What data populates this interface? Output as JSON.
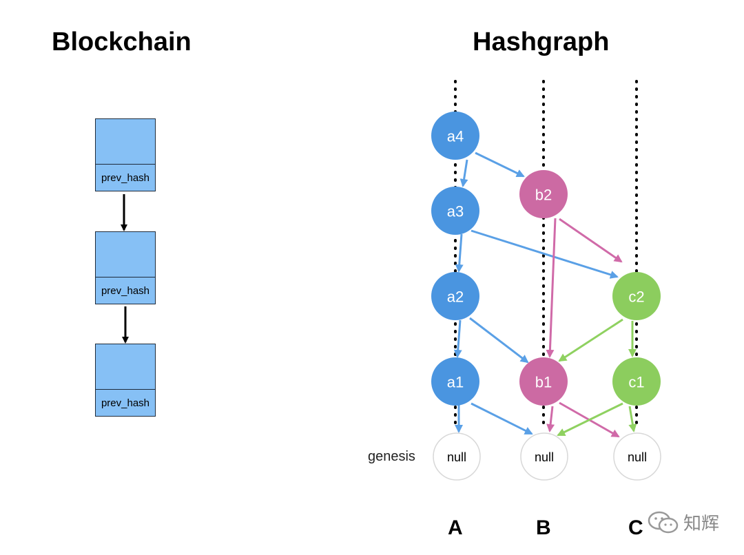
{
  "left": {
    "title": "Blockchain",
    "blocks": [
      {
        "hash_label": "prev_hash"
      },
      {
        "hash_label": "prev_hash"
      },
      {
        "hash_label": "prev_hash"
      }
    ]
  },
  "right": {
    "title": "Hashgraph",
    "genesis_label": "genesis",
    "columns": [
      "A",
      "B",
      "C"
    ],
    "events": {
      "a4": "a4",
      "a3": "a3",
      "a2": "a2",
      "a1": "a1",
      "b2": "b2",
      "b1": "b1",
      "c2": "c2",
      "c1": "c1",
      "nullA": "null",
      "nullB": "null",
      "nullC": "null"
    }
  },
  "colors": {
    "block_fill": "#86c0f5",
    "node_a": "#4a95e0",
    "node_b": "#cc6aa3",
    "node_c": "#8ccd5e",
    "arrow_a": "#5aa0e6",
    "arrow_b": "#d06aa8",
    "arrow_c": "#8fd160"
  },
  "watermark": {
    "text": "知辉",
    "icon": "wechat-icon"
  }
}
